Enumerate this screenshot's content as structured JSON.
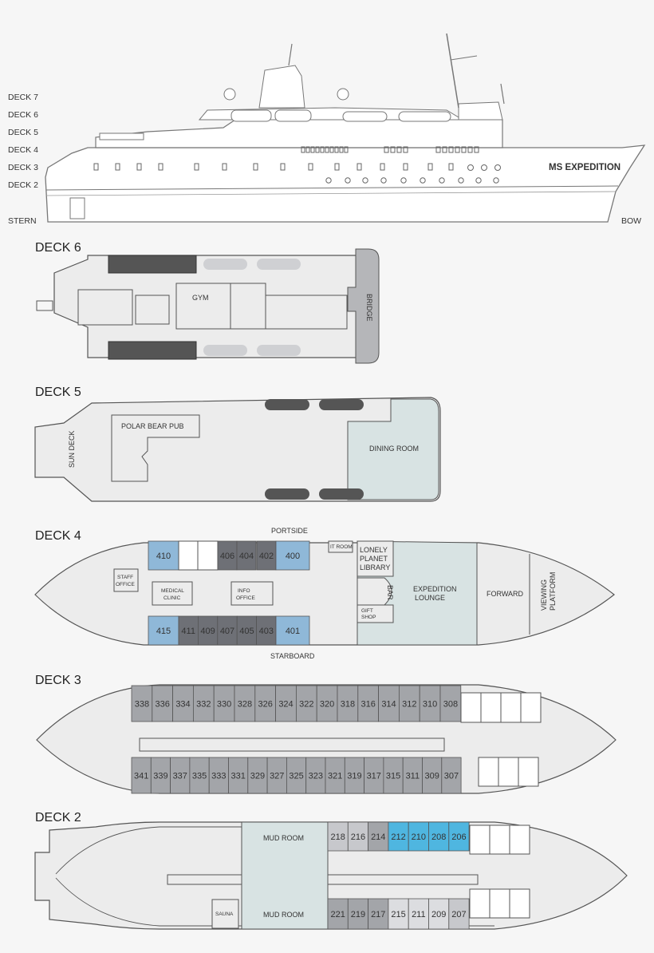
{
  "profile": {
    "ship_name": "MS EXPEDITION",
    "deck_labels": [
      "DECK 7",
      "DECK 6",
      "DECK 5",
      "DECK 4",
      "DECK 3",
      "DECK 2"
    ],
    "stern": "STERN",
    "bow": "BOW"
  },
  "deck6": {
    "title": "DECK 6",
    "gym": "GYM",
    "bridge": "BRIDGE"
  },
  "deck5": {
    "title": "DECK 5",
    "sun_deck": "SUN DECK",
    "pub": "POLAR BEAR PUB",
    "dining": "DINING ROOM"
  },
  "deck4": {
    "title": "DECK 4",
    "portside": "PORTSIDE",
    "starboard": "STARBOARD",
    "staff_office": [
      "STAFF",
      "OFFICE"
    ],
    "medical_clinic": [
      "MEDICAL",
      "CLINIC"
    ],
    "info_office": [
      "INFO",
      "OFFICE"
    ],
    "it_room": "IT ROOM",
    "library": [
      "LONELY",
      "PLANET",
      "LIBRARY"
    ],
    "bar": "BAR",
    "gift_shop": [
      "GIFT",
      "SHOP"
    ],
    "lounge": [
      "EXPEDITION",
      "LOUNGE"
    ],
    "forward": "FORWARD",
    "viewing_platform": [
      "VIEWING",
      "PLATFORM"
    ],
    "top_cabins": [
      "410",
      "406",
      "404",
      "402",
      "400"
    ],
    "bottom_cabins": [
      "415",
      "411",
      "409",
      "407",
      "405",
      "403",
      "401"
    ]
  },
  "deck3": {
    "title": "DECK 3",
    "top_cabins": [
      "338",
      "336",
      "334",
      "332",
      "330",
      "328",
      "326",
      "324",
      "322",
      "320",
      "318",
      "316",
      "314",
      "312",
      "310",
      "308"
    ],
    "bottom_cabins": [
      "341",
      "339",
      "337",
      "335",
      "333",
      "331",
      "329",
      "327",
      "325",
      "323",
      "321",
      "319",
      "317",
      "315",
      "311",
      "309",
      "307"
    ]
  },
  "deck2": {
    "title": "DECK 2",
    "mud_room": "MUD ROOM",
    "sauna": "SAUNA",
    "top_cabins": [
      "218",
      "216",
      "214",
      "212",
      "210",
      "208",
      "206"
    ],
    "bottom_cabins": [
      "221",
      "219",
      "217",
      "215",
      "211",
      "209",
      "207"
    ]
  },
  "colors": {
    "blue_cabin": "#8fb8d8",
    "cyan_cabin": "#4fb6e0",
    "dark_cabin": "#6e7076",
    "gray_cabin": "#a3a5a9",
    "light_cabin": "#c7c8cc",
    "pale_cabin": "#dcdde0",
    "lounge_teal": "#d8e3e3",
    "hull_fill": "#ececec",
    "bridge_gray": "#b5b6b9",
    "line": "#555555"
  }
}
